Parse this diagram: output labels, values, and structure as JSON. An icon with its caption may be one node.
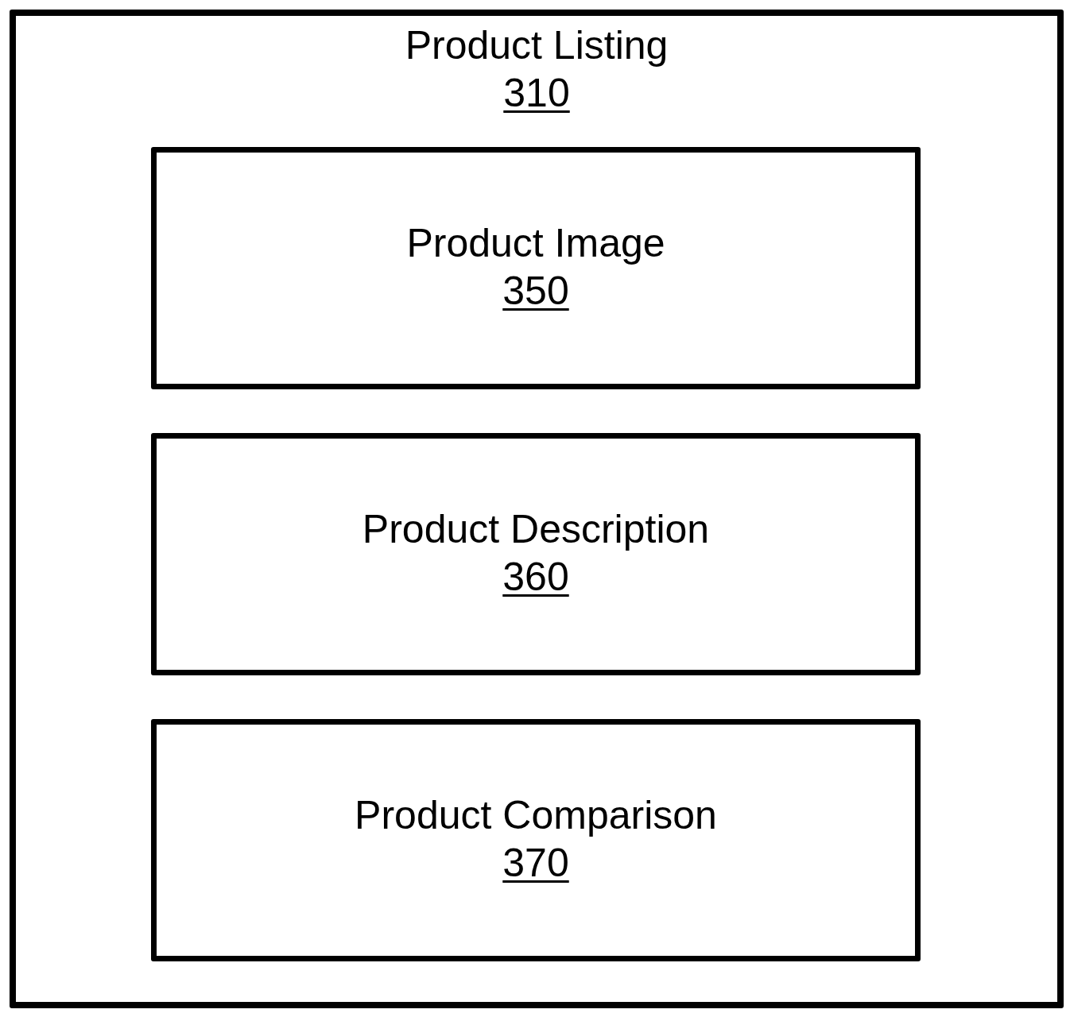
{
  "diagram": {
    "nodes": [
      {
        "text": [
          "Product Listing",
          "310"
        ]
      },
      {
        "text": [
          "Product Image",
          "350"
        ],
        "in": 0
      },
      {
        "text": [
          "Product Description",
          "360"
        ],
        "in": 0
      },
      {
        "text": [
          "Product Comparison",
          "370"
        ],
        "in": 0
      }
    ]
  }
}
